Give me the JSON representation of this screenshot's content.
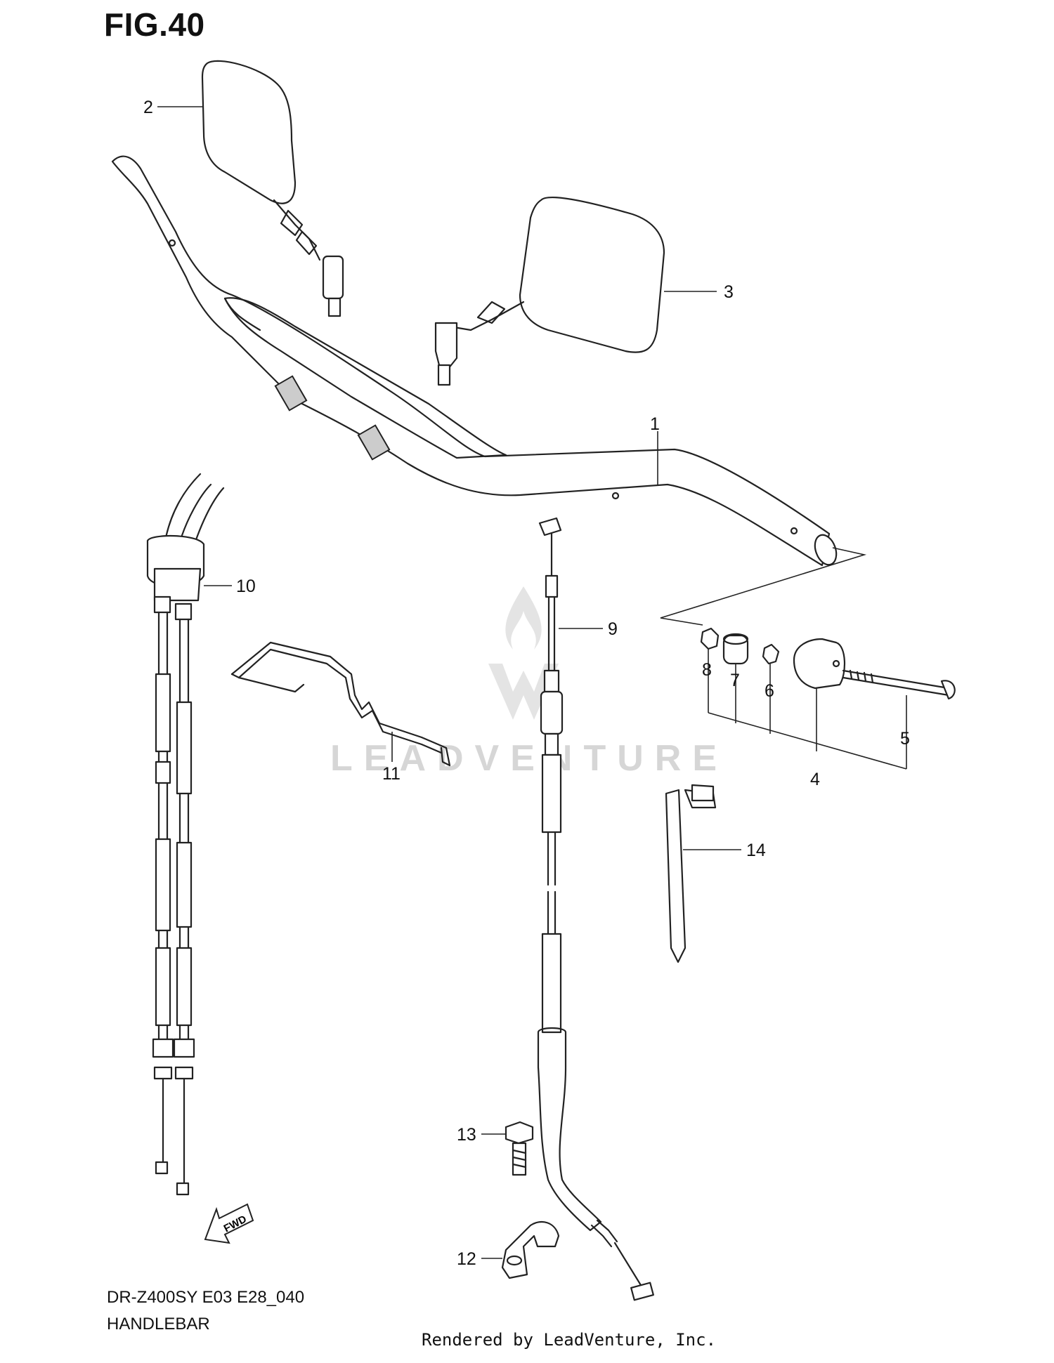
{
  "figure": {
    "title": "FIG.40",
    "model": "DR-Z400SY  E03 E28_040",
    "section": "HANDLEBAR"
  },
  "watermark": "LEADVENTURE",
  "credit": "Rendered by LeadVenture, Inc.",
  "fwd_label": "FWD",
  "callouts": {
    "c1": "1",
    "c2": "2",
    "c3": "3",
    "c4": "4",
    "c5": "5",
    "c6": "6",
    "c7": "7",
    "c8": "8",
    "c9": "9",
    "c10": "10",
    "c11": "11",
    "c12": "12",
    "c13": "13",
    "c14": "14"
  }
}
